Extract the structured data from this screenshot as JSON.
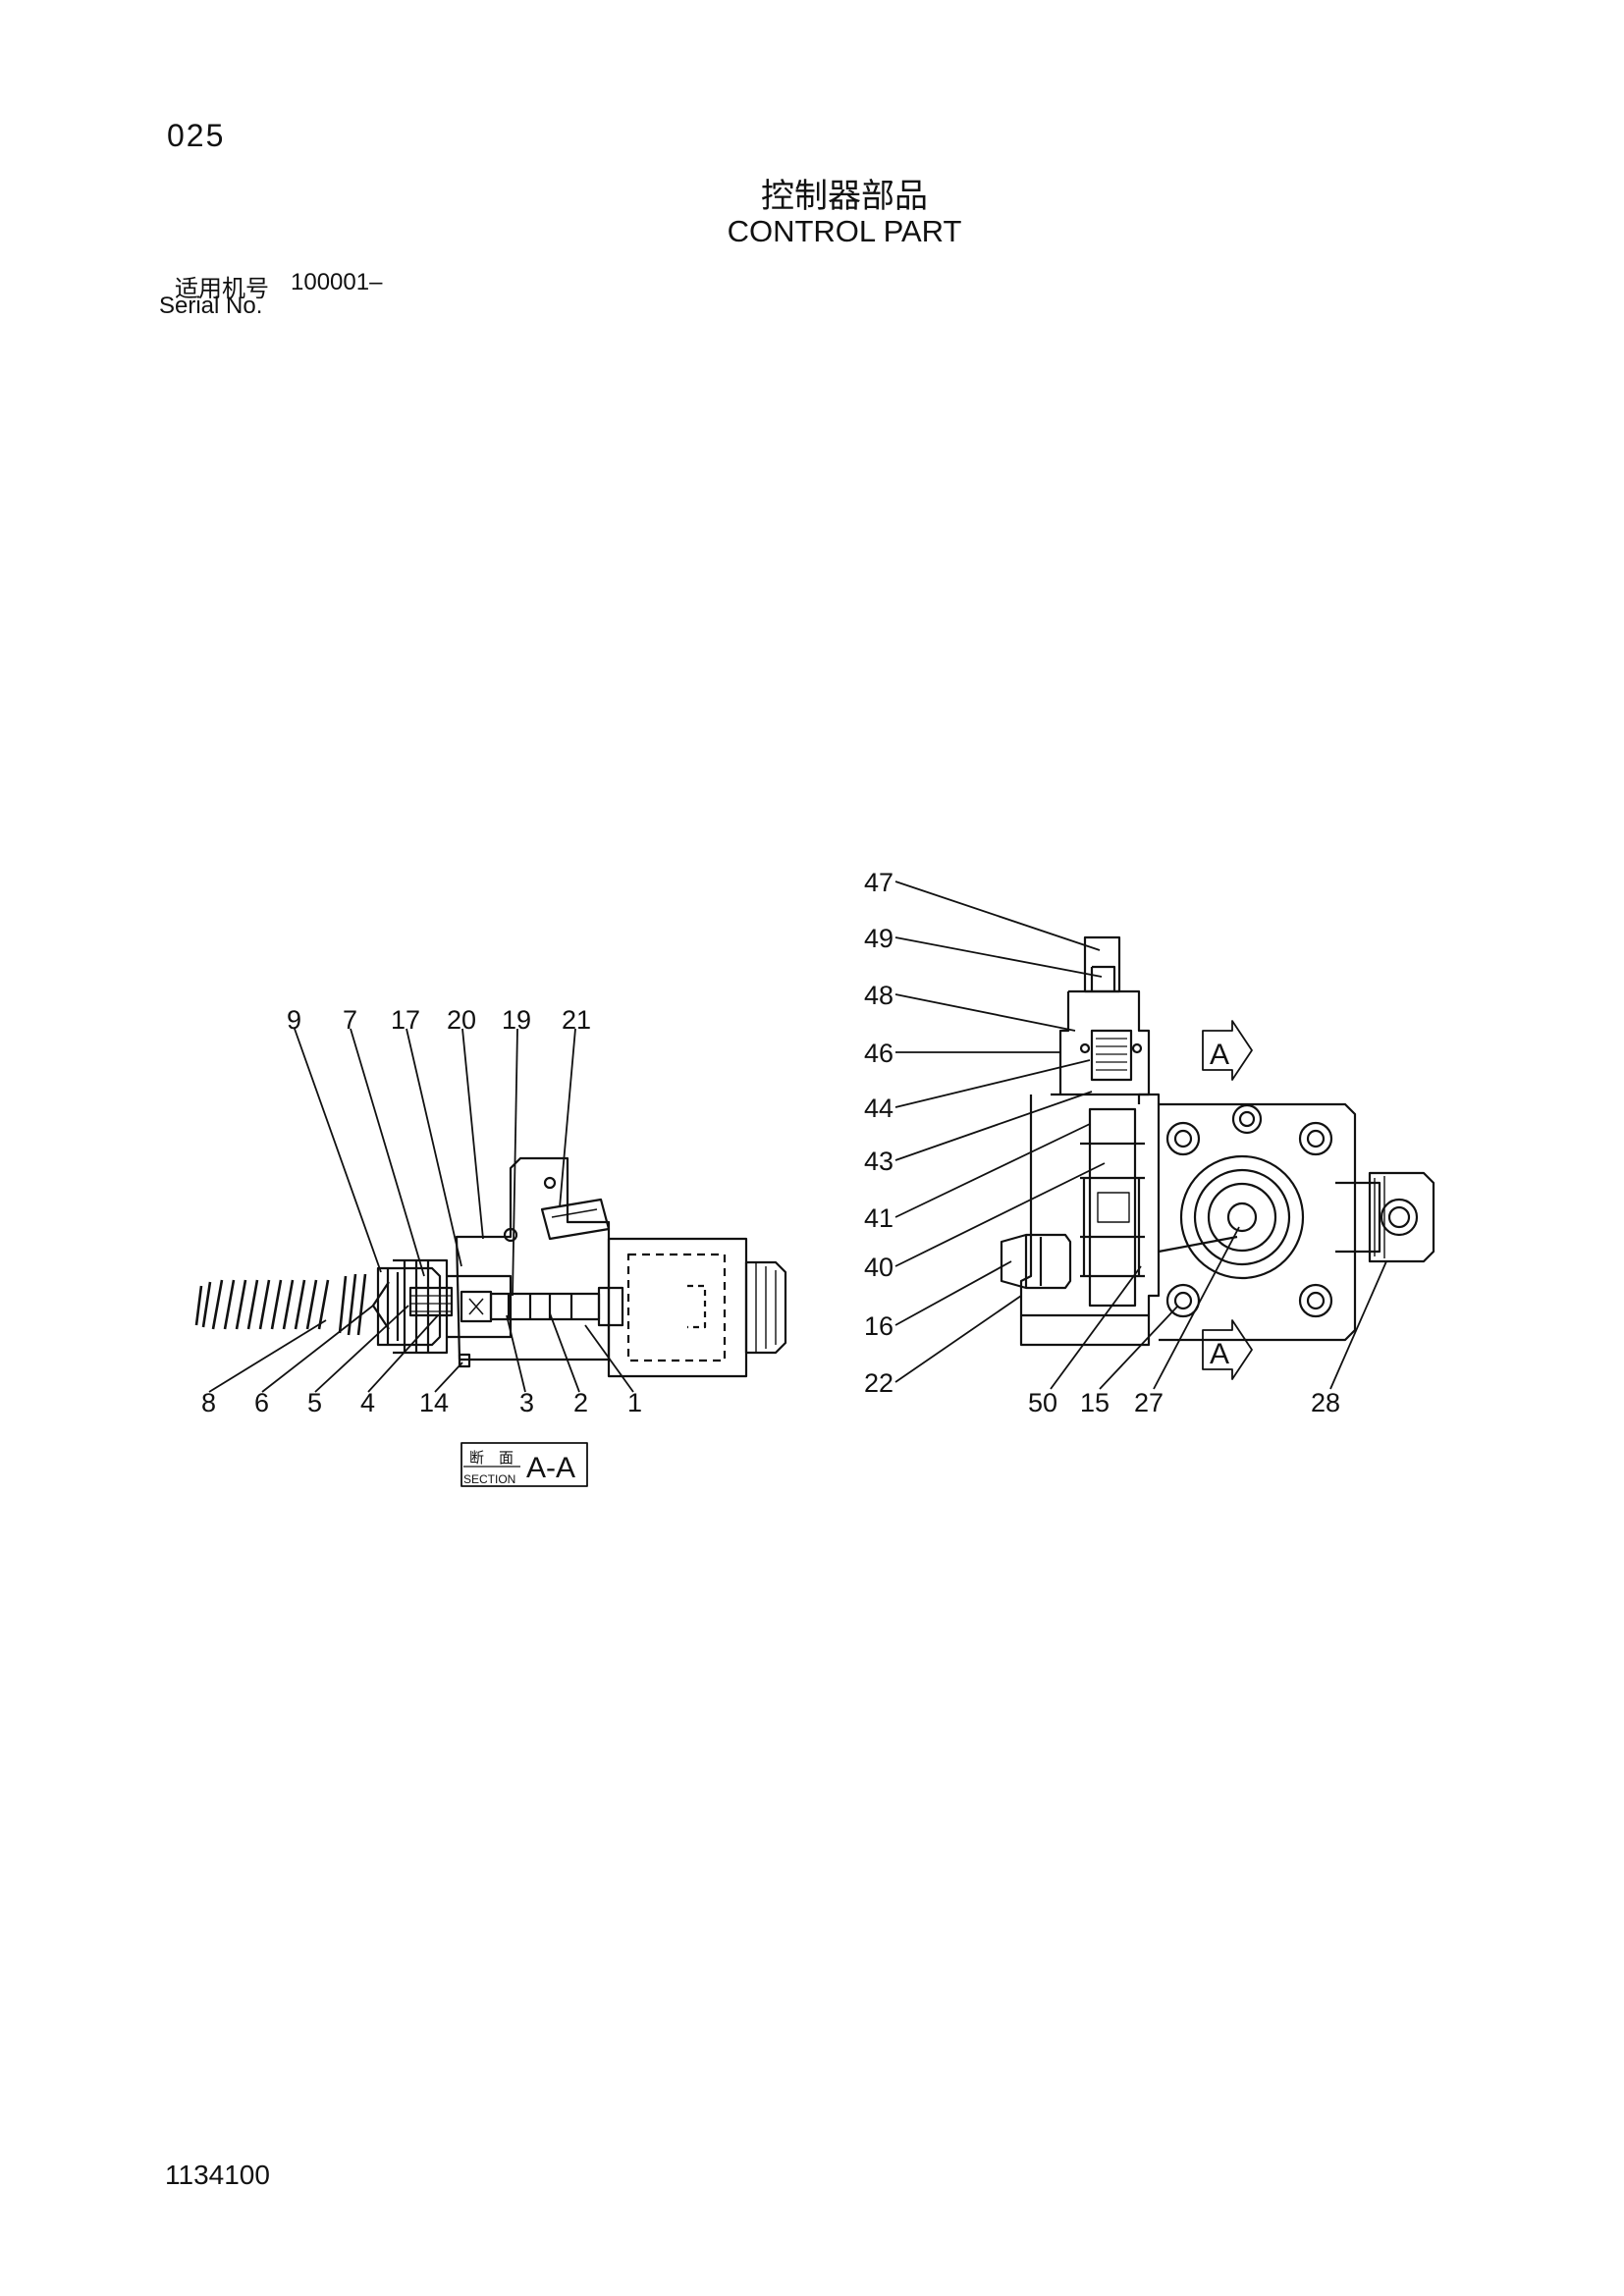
{
  "header": {
    "page_number": "025",
    "title_cn": "控制器部品",
    "title_en": "CONTROL PART",
    "serial_label_cn": "适用机号",
    "serial_value": "100001–",
    "serial_label_en": "Serial No."
  },
  "section_view": {
    "label_cn_1": "断",
    "label_cn_2": "面",
    "label_en": "SECTION",
    "name": "A-A",
    "callouts_top": [
      "9",
      "7",
      "17",
      "20",
      "19",
      "21"
    ],
    "callouts_bottom": [
      "8",
      "6",
      "5",
      "4",
      "14",
      "3",
      "2",
      "1"
    ]
  },
  "side_view": {
    "view_marker": "A",
    "callouts_left": [
      "47",
      "49",
      "48",
      "46",
      "44",
      "43",
      "41",
      "40",
      "16",
      "22"
    ],
    "callouts_bottom": [
      "50",
      "15",
      "27",
      "28"
    ]
  },
  "footer": {
    "document_code": "1134100"
  }
}
